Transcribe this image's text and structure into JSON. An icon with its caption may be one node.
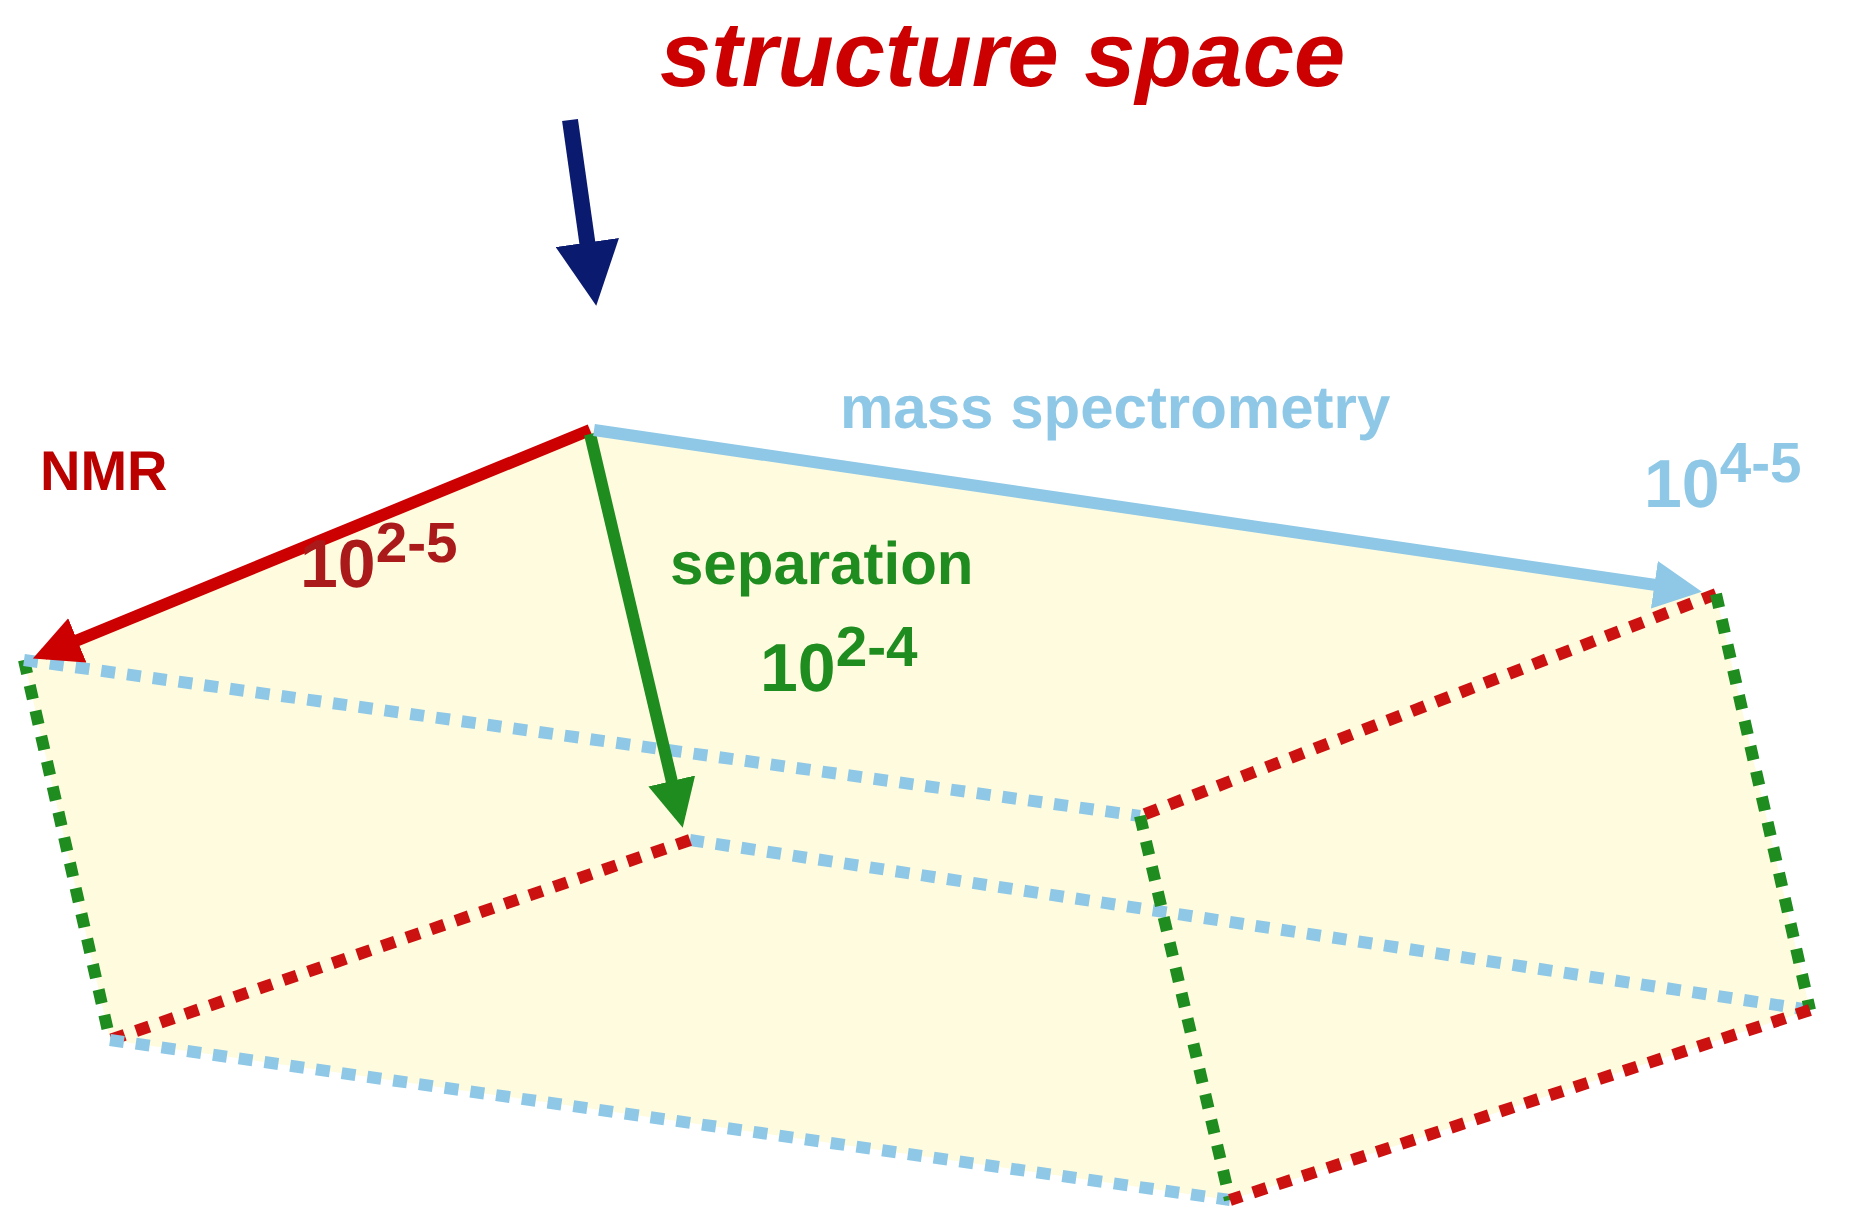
{
  "diagram": {
    "title": "structure space",
    "labels": [
      "mass spectrometry",
      "10$^{4-5}$",
      "NMR",
      "10$^{2-5}$",
      "separation",
      "10$^{2-4}$"
    ]
  }
}
